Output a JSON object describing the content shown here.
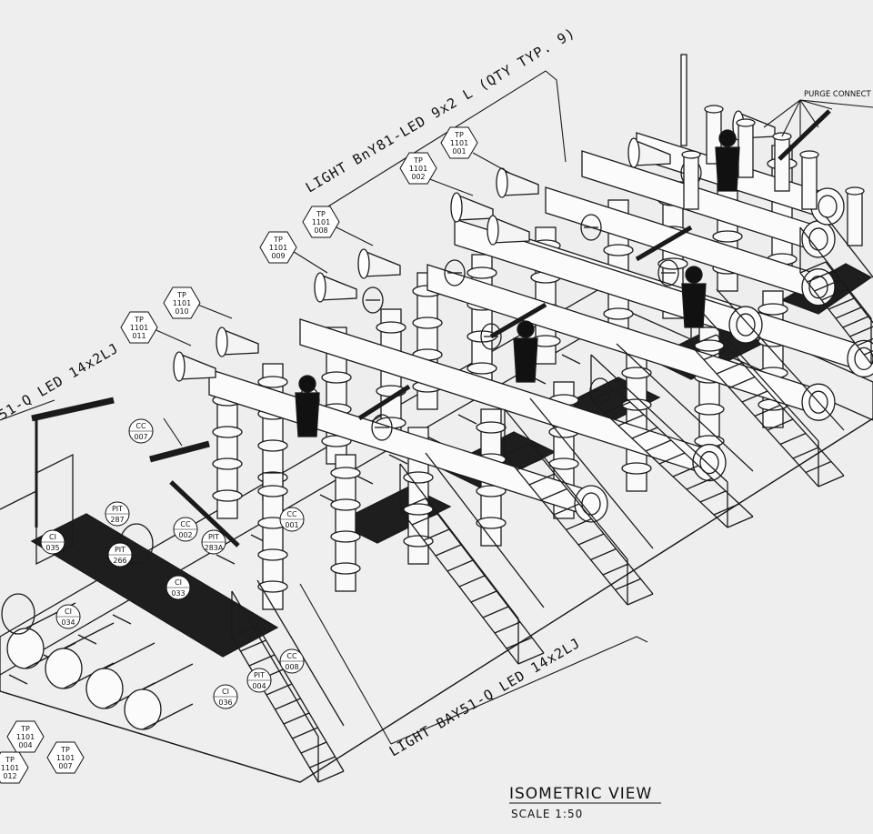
{
  "drawing": {
    "title": "ISOMETRIC VIEW",
    "scale": "SCALE 1:50",
    "purge_label": "PURGE CONNECT",
    "leaders": {
      "light_top": "LIGHT BnY81-LED 9x2 L (QTY TYP. 9)",
      "light_left": "51-Q LED 14x2LJ",
      "light_bottom": "LIGHT BAY51-Q LED 14x2LJ"
    },
    "hex_tags": [
      {
        "a": "TP",
        "b": "1101",
        "c": "001"
      },
      {
        "a": "TP",
        "b": "1101",
        "c": "002"
      },
      {
        "a": "TP",
        "b": "1101",
        "c": "008"
      },
      {
        "a": "TP",
        "b": "1101",
        "c": "009"
      },
      {
        "a": "TP",
        "b": "1101",
        "c": "010"
      },
      {
        "a": "TP",
        "b": "1101",
        "c": "011"
      },
      {
        "a": "TP",
        "b": "1101",
        "c": "004"
      },
      {
        "a": "TP",
        "b": "1101",
        "c": "012"
      },
      {
        "a": "TP",
        "b": "1101",
        "c": "007"
      }
    ],
    "circle_tags": [
      {
        "a": "CC",
        "b": "007"
      },
      {
        "a": "CC",
        "b": "002"
      },
      {
        "a": "CC",
        "b": "001"
      },
      {
        "a": "CC",
        "b": "008"
      },
      {
        "a": "PIT",
        "b": "287"
      },
      {
        "a": "PIT",
        "b": "266"
      },
      {
        "a": "PIT",
        "b": "283A"
      },
      {
        "a": "PIT",
        "b": "004"
      },
      {
        "a": "CI",
        "b": "035"
      },
      {
        "a": "CI",
        "b": "033"
      },
      {
        "a": "CI",
        "b": "034"
      },
      {
        "a": "CI",
        "b": "036"
      }
    ]
  }
}
